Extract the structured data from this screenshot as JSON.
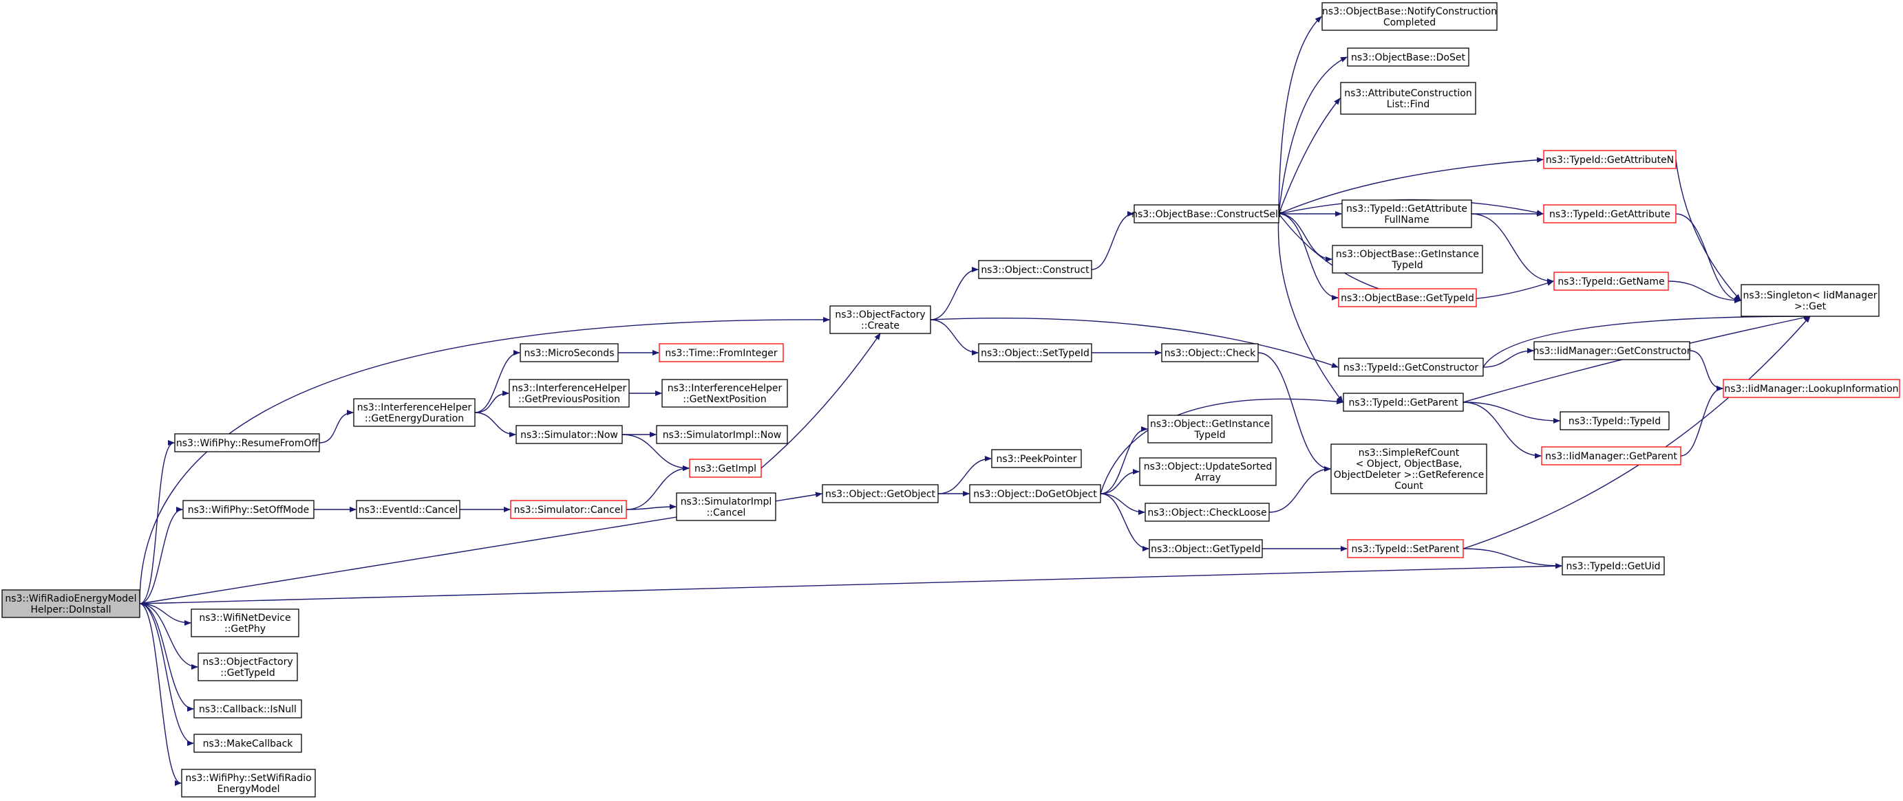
{
  "colors": {
    "edge": "#191970",
    "normal_border": "#000000",
    "truncated_border": "#ff0000",
    "root_fill": "#bfbfbf"
  },
  "nodes": [
    {
      "id": "root",
      "lines": [
        "ns3::WifiRadioEnergyModel",
        "Helper::DoInstall"
      ],
      "style": "root"
    },
    {
      "id": "resume",
      "lines": [
        "ns3::WifiPhy::ResumeFromOff"
      ],
      "style": "normal"
    },
    {
      "id": "setoff",
      "lines": [
        "ns3::WifiPhy::SetOffMode"
      ],
      "style": "normal"
    },
    {
      "id": "getphy",
      "lines": [
        "ns3::WifiNetDevice",
        "::GetPhy"
      ],
      "style": "normal"
    },
    {
      "id": "ofgettypeid",
      "lines": [
        "ns3::ObjectFactory",
        "::GetTypeId"
      ],
      "style": "normal"
    },
    {
      "id": "isnull",
      "lines": [
        "ns3::Callback::IsNull"
      ],
      "style": "normal"
    },
    {
      "id": "makecb",
      "lines": [
        "ns3::MakeCallback"
      ],
      "style": "normal"
    },
    {
      "id": "setwifiradio",
      "lines": [
        "ns3::WifiPhy::SetWifiRadio",
        "EnergyModel"
      ],
      "style": "normal"
    },
    {
      "id": "ihged",
      "lines": [
        "ns3::InterferenceHelper",
        "::GetEnergyDuration"
      ],
      "style": "normal"
    },
    {
      "id": "eventcancel",
      "lines": [
        "ns3::EventId::Cancel"
      ],
      "style": "normal"
    },
    {
      "id": "micro",
      "lines": [
        "ns3::MicroSeconds"
      ],
      "style": "normal"
    },
    {
      "id": "ihprev",
      "lines": [
        "ns3::InterferenceHelper",
        "::GetPreviousPosition"
      ],
      "style": "normal"
    },
    {
      "id": "simnow",
      "lines": [
        "ns3::Simulator::Now"
      ],
      "style": "normal"
    },
    {
      "id": "simcancel",
      "lines": [
        "ns3::Simulator::Cancel"
      ],
      "style": "red"
    },
    {
      "id": "frominteger",
      "lines": [
        "ns3::Time::FromInteger"
      ],
      "style": "red"
    },
    {
      "id": "ihnext",
      "lines": [
        "ns3::InterferenceHelper",
        "::GetNextPosition"
      ],
      "style": "normal"
    },
    {
      "id": "simimplnow",
      "lines": [
        "ns3::SimulatorImpl::Now"
      ],
      "style": "normal"
    },
    {
      "id": "getimpl",
      "lines": [
        "ns3::GetImpl"
      ],
      "style": "red"
    },
    {
      "id": "simimplcancel",
      "lines": [
        "ns3::SimulatorImpl",
        "::Cancel"
      ],
      "style": "normal"
    },
    {
      "id": "ofcreate",
      "lines": [
        "ns3::ObjectFactory",
        "::Create"
      ],
      "style": "normal"
    },
    {
      "id": "getobject",
      "lines": [
        "ns3::Object::GetObject"
      ],
      "style": "normal"
    },
    {
      "id": "construct",
      "lines": [
        "ns3::Object::Construct"
      ],
      "style": "normal"
    },
    {
      "id": "settypeid",
      "lines": [
        "ns3::Object::SetTypeId"
      ],
      "style": "normal"
    },
    {
      "id": "peekpointer",
      "lines": [
        "ns3::PeekPointer"
      ],
      "style": "normal"
    },
    {
      "id": "dogetobject",
      "lines": [
        "ns3::Object::DoGetObject"
      ],
      "style": "normal"
    },
    {
      "id": "constructself",
      "lines": [
        "ns3::ObjectBase::ConstructSelf"
      ],
      "style": "normal"
    },
    {
      "id": "objcheck",
      "lines": [
        "ns3::Object::Check"
      ],
      "style": "normal"
    },
    {
      "id": "getinsttypeid",
      "lines": [
        "ns3::Object::GetInstance",
        "TypeId"
      ],
      "style": "normal"
    },
    {
      "id": "updatesorted",
      "lines": [
        "ns3::Object::UpdateSorted",
        "Array"
      ],
      "style": "normal"
    },
    {
      "id": "checkloose",
      "lines": [
        "ns3::Object::CheckLoose"
      ],
      "style": "normal"
    },
    {
      "id": "objgettypeid",
      "lines": [
        "ns3::Object::GetTypeId"
      ],
      "style": "normal"
    },
    {
      "id": "notifyconstr",
      "lines": [
        "ns3::ObjectBase::NotifyConstruction",
        "Completed"
      ],
      "style": "normal"
    },
    {
      "id": "doset",
      "lines": [
        "ns3::ObjectBase::DoSet"
      ],
      "style": "normal"
    },
    {
      "id": "attrfind",
      "lines": [
        "ns3::AttributeConstruction",
        "List::Find"
      ],
      "style": "normal"
    },
    {
      "id": "getattrfull",
      "lines": [
        "ns3::TypeId::GetAttribute",
        "FullName"
      ],
      "style": "normal"
    },
    {
      "id": "obgetinsttypeid",
      "lines": [
        "ns3::ObjectBase::GetInstance",
        "TypeId"
      ],
      "style": "normal"
    },
    {
      "id": "obgettypeid",
      "lines": [
        "ns3::ObjectBase::GetTypeId"
      ],
      "style": "red"
    },
    {
      "id": "getconstructor",
      "lines": [
        "ns3::TypeId::GetConstructor"
      ],
      "style": "normal"
    },
    {
      "id": "getparent",
      "lines": [
        "ns3::TypeId::GetParent"
      ],
      "style": "normal"
    },
    {
      "id": "simplerefcount",
      "lines": [
        "ns3::SimpleRefCount",
        "< Object, ObjectBase,",
        " ObjectDeleter >::GetReference",
        "Count"
      ],
      "style": "normal"
    },
    {
      "id": "setparent",
      "lines": [
        "ns3::TypeId::SetParent"
      ],
      "style": "red"
    },
    {
      "id": "getattrn",
      "lines": [
        "ns3::TypeId::GetAttributeN"
      ],
      "style": "red"
    },
    {
      "id": "getattr",
      "lines": [
        "ns3::TypeId::GetAttribute"
      ],
      "style": "red"
    },
    {
      "id": "getname",
      "lines": [
        "ns3::TypeId::GetName"
      ],
      "style": "red"
    },
    {
      "id": "iidgetconstr",
      "lines": [
        "ns3::IidManager::GetConstructor"
      ],
      "style": "normal"
    },
    {
      "id": "typeidtypeid",
      "lines": [
        "ns3::TypeId::TypeId"
      ],
      "style": "normal"
    },
    {
      "id": "iidgetparent",
      "lines": [
        "ns3::IidManager::GetParent"
      ],
      "style": "red"
    },
    {
      "id": "getuid",
      "lines": [
        "ns3::TypeId::GetUid"
      ],
      "style": "normal"
    },
    {
      "id": "singletonget",
      "lines": [
        "ns3::Singleton< IidManager",
        " >::Get"
      ],
      "style": "normal"
    },
    {
      "id": "lookupinfo",
      "lines": [
        "ns3::IidManager::LookupInformation"
      ],
      "style": "red"
    }
  ]
}
